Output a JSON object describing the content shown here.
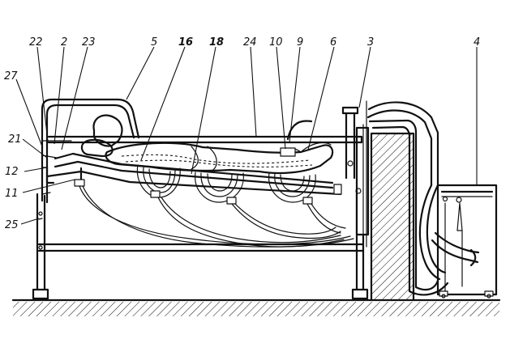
{
  "labels": {
    "l22": "22",
    "l2": "2",
    "l23": "23",
    "l5": "5",
    "l16": "16",
    "l18": "18",
    "l24": "24",
    "l10": "10",
    "l9": "9",
    "l6": "6",
    "l3": "3",
    "l4": "4",
    "l27": "27",
    "l21": "21",
    "l12": "12",
    "l11": "11",
    "l25": "25"
  }
}
